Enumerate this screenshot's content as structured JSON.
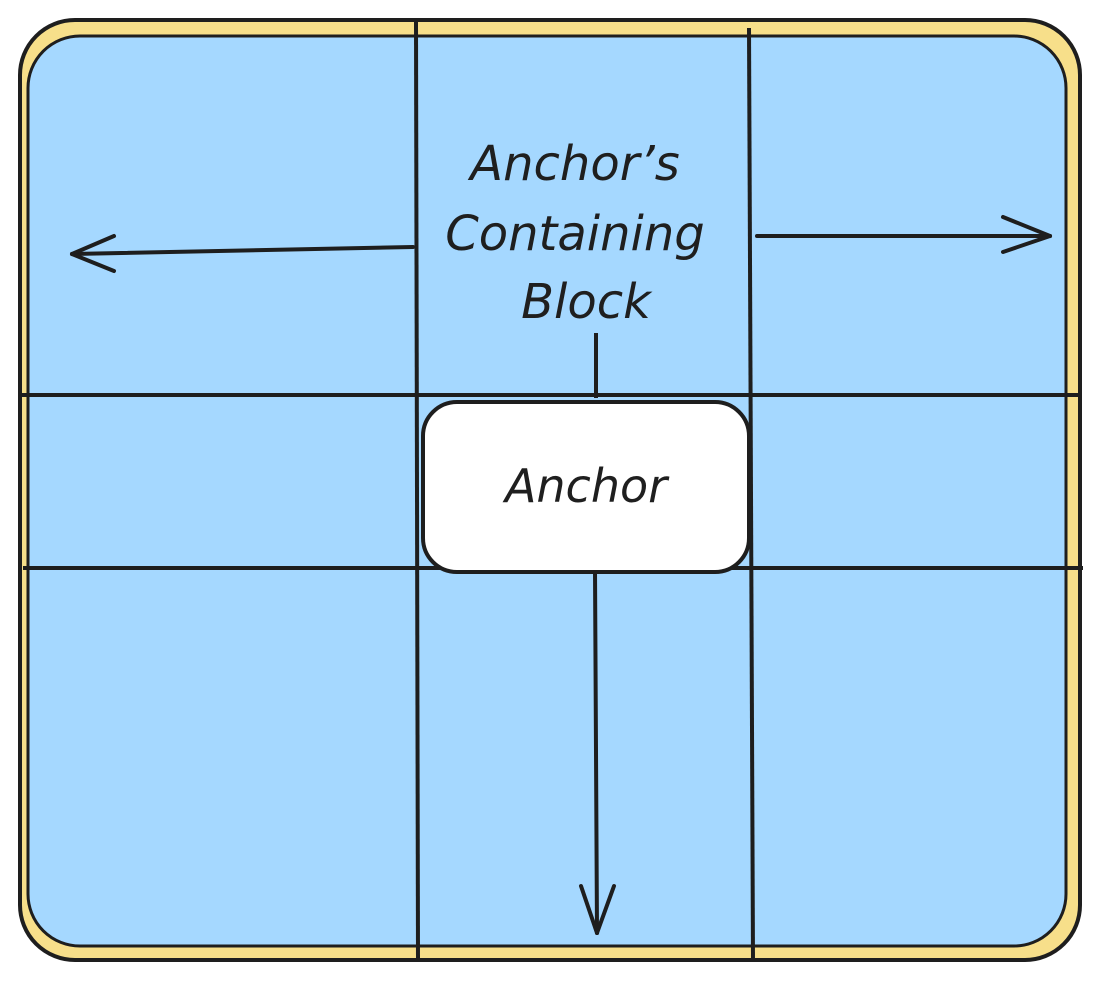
{
  "diagram": {
    "containing_block_label": [
      "Anchor’s",
      "Containing",
      "Block"
    ],
    "anchor_label": "Anchor"
  },
  "colors": {
    "outer_border": "#f7df8a",
    "containing_fill": "#a5d8ff",
    "line": "#1e1e1e",
    "anchor_fill": "#ffffff"
  }
}
